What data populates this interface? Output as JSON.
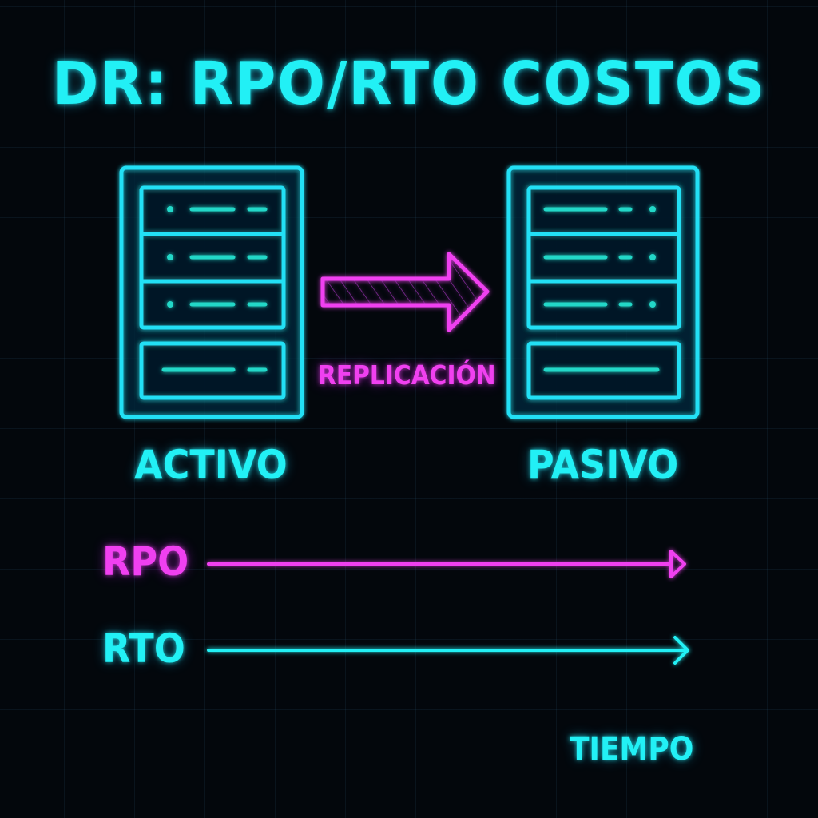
{
  "diagram": {
    "title": "DR: RPO/RTO COSTOS",
    "nodes": [
      {
        "id": "active",
        "label": "ACTIVO",
        "icon": "server-rack-icon"
      },
      {
        "id": "passive",
        "label": "PASIVO",
        "icon": "server-rack-icon"
      }
    ],
    "edges": [
      {
        "from": "active",
        "to": "passive",
        "label": "REPLICACIÓN",
        "icon": "arrow-right-icon"
      }
    ],
    "timeline": {
      "metrics": [
        {
          "label": "RPO",
          "color": "#f040f0"
        },
        {
          "label": "RTO",
          "color": "#22f0f5"
        }
      ],
      "axis_label": "TIEMPO"
    }
  },
  "colors": {
    "background": "#03070c",
    "cyan": "#22f0f5",
    "magenta": "#f040f0",
    "slot_line": "#22d8c8"
  }
}
